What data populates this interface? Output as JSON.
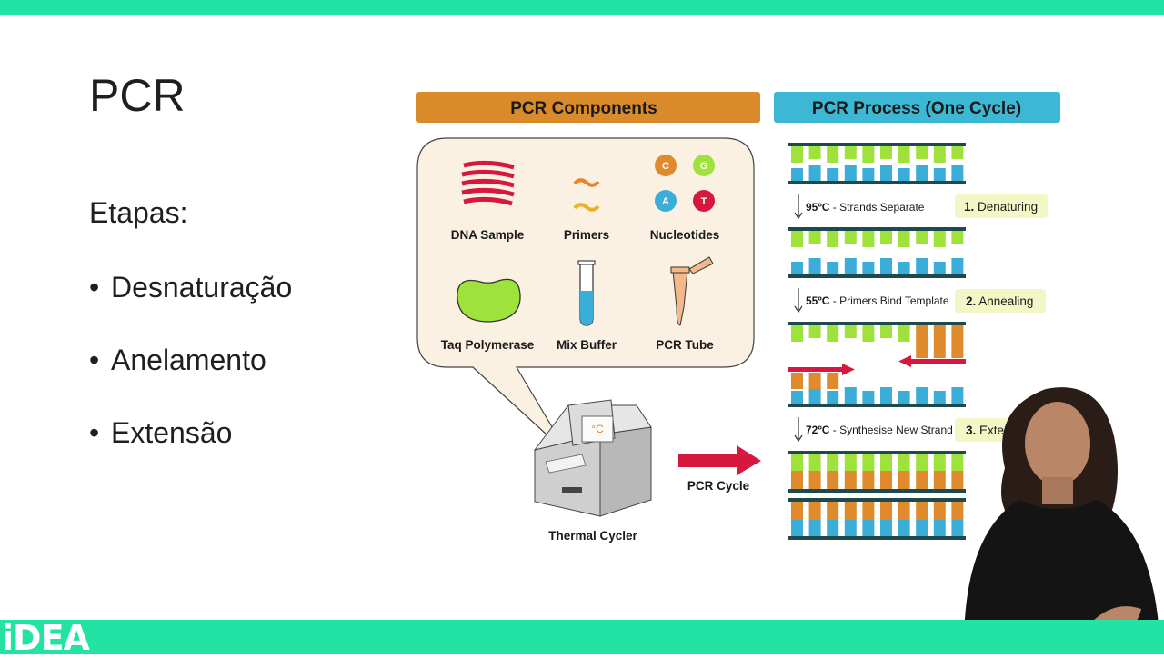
{
  "slide": {
    "title": "PCR",
    "subtitle": "Etapas:",
    "bullets": [
      "Desnaturação",
      "Anelamento",
      "Extensão"
    ]
  },
  "branding": {
    "logo_text": "iDEA"
  },
  "diagram": {
    "components_header": "PCR Components",
    "process_header": "PCR Process (One Cycle)",
    "components": [
      "DNA Sample",
      "Primers",
      "Nucleotides",
      "Taq Polymerase",
      "Mix Buffer",
      "PCR Tube"
    ],
    "nucleotides": [
      "C",
      "G",
      "A",
      "T"
    ],
    "thermal_cycler": "Thermal Cycler",
    "thermal_display": "°C",
    "pcr_cycle": "PCR Cycle",
    "steps": [
      {
        "temp": "95ºC",
        "desc": " - Strands Separate",
        "badge_num": "1.",
        "badge": "Denaturing"
      },
      {
        "temp": "55ºC",
        "desc": " - Primers Bind Template",
        "badge_num": "2.",
        "badge": "Annealing"
      },
      {
        "temp": "72ºC",
        "desc": " - Synthesise New Strand",
        "badge_num": "3.",
        "badge": "Extension"
      }
    ]
  },
  "colors": {
    "accent_bar": "#22e3a3",
    "components_header": "#d98a2b",
    "process_header": "#3cb7d4",
    "dna_green": "#9ee23b",
    "dna_blue": "#3aaed8",
    "dna_orange": "#e08a2e",
    "primer_red": "#d6173e",
    "backbone": "#1e4a4c"
  }
}
